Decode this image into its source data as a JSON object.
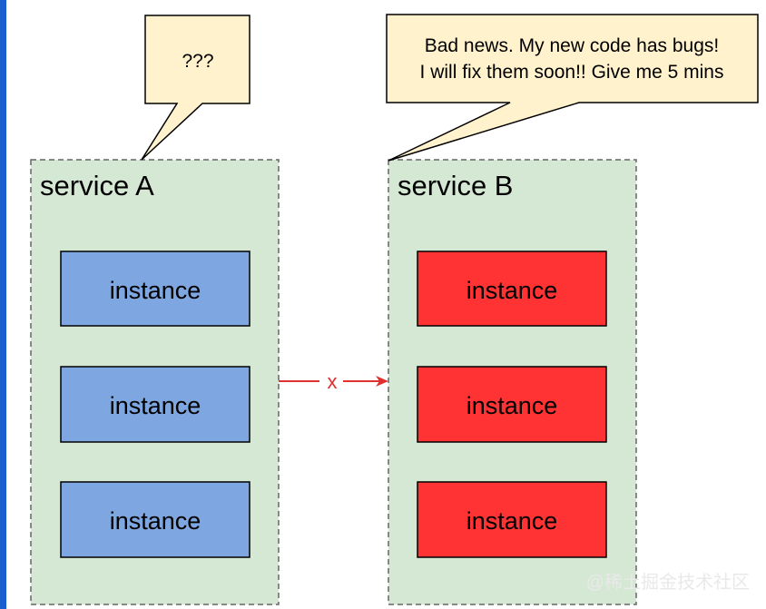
{
  "colors": {
    "service_fill": "#d5e8d4",
    "service_border": "#666666",
    "instance_a_fill": "#7ea6e0",
    "instance_b_fill": "#ff3333",
    "bubble_fill": "#fff2cc",
    "arrow": "#e03030",
    "accent_bar": "#1a5fd0"
  },
  "service_a": {
    "title": "service A",
    "instances": [
      "instance",
      "instance",
      "instance"
    ],
    "bubble_text": "???"
  },
  "service_b": {
    "title": "service B",
    "instances": [
      "instance",
      "instance",
      "instance"
    ],
    "bubble_lines": [
      "Bad news. My new code has bugs!",
      "I will fix them soon!! Give me 5 mins"
    ]
  },
  "connector": {
    "label": "x"
  },
  "watermark": {
    "text": "@稀土掘金技术社区"
  }
}
